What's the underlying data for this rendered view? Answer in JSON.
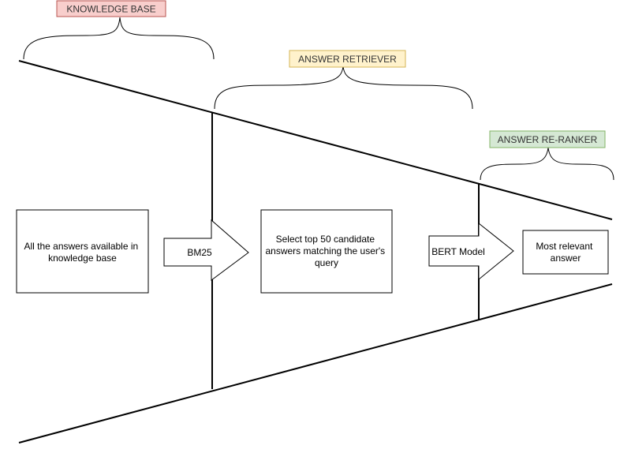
{
  "stages": {
    "knowledge_base": {
      "label": "KNOWLEDGE BASE",
      "fill": "#f8cecc",
      "stroke": "#b85450"
    },
    "answer_retriever": {
      "label": "ANSWER RETRIEVER",
      "fill": "#fff2cc",
      "stroke": "#d6b656"
    },
    "answer_reranker": {
      "label": "ANSWER RE-RANKER",
      "fill": "#d5e8d4",
      "stroke": "#82b366"
    }
  },
  "boxes": {
    "all_answers": [
      "All the answers available in",
      "knowledge base"
    ],
    "top_candidates": [
      "Select top 50 candidate",
      "answers matching the user's",
      "query"
    ],
    "most_relevant": [
      "Most relevant",
      "answer"
    ]
  },
  "arrows": {
    "bm25": "BM25",
    "bert": "BERT Model"
  }
}
